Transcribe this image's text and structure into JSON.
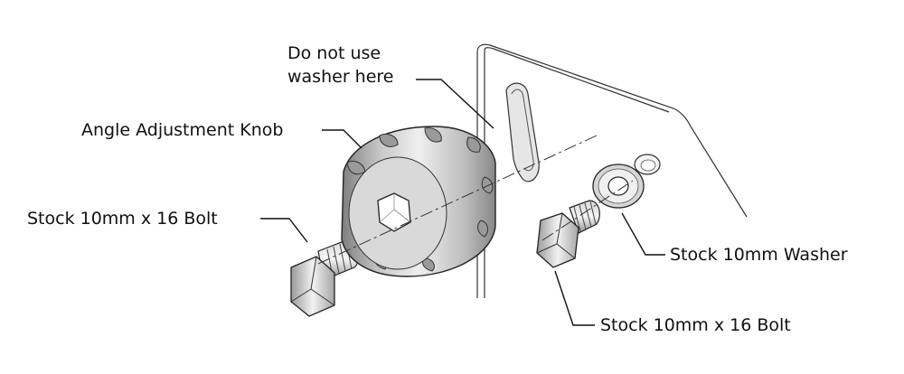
{
  "labels": {
    "do_not_use_line1": "Do not use",
    "do_not_use_line2": "washer here",
    "angle_knob": "Angle Adjustment Knob",
    "bolt_left": "Stock 10mm x 16 Bolt",
    "washer": "Stock 10mm Washer",
    "bolt_right": "Stock 10mm x 16 Bolt"
  },
  "colors": {
    "line": "#111111",
    "part_fill_light": "#eeeeee",
    "part_fill_mid": "#c9c9c9",
    "part_fill_dark": "#8a8a8a"
  }
}
